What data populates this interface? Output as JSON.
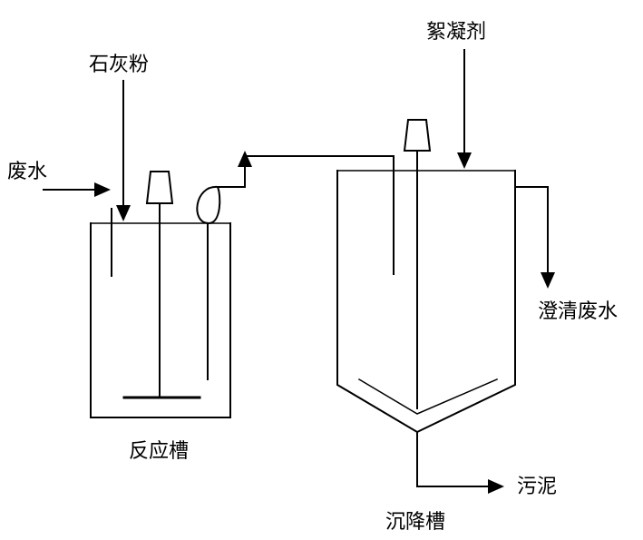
{
  "labels": {
    "lime_powder": "石灰粉",
    "flocculant": "絮凝剂",
    "wastewater": "废水",
    "clarified_wastewater": "澄清废水",
    "reaction_tank": "反应槽",
    "sludge": "污泥",
    "settling_tank": "沉降槽"
  },
  "colors": {
    "line": "#000000",
    "background": "#ffffff"
  }
}
